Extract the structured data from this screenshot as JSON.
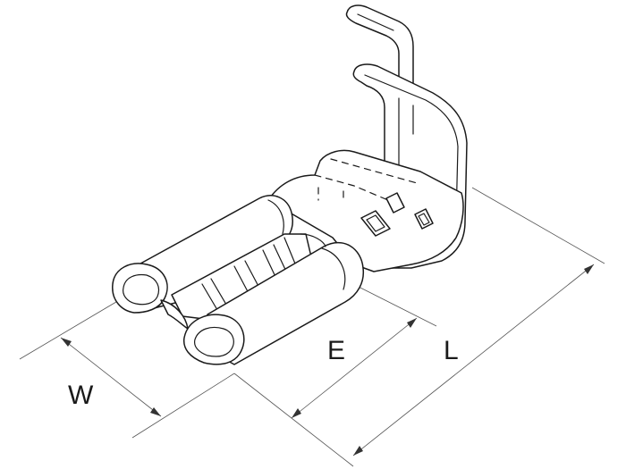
{
  "dimensions": {
    "width_label": "W",
    "entry_label": "E",
    "length_label": "L"
  },
  "colors": {
    "line": "#1a1a1a",
    "dimension_line": "#555555",
    "background": "#ffffff"
  }
}
